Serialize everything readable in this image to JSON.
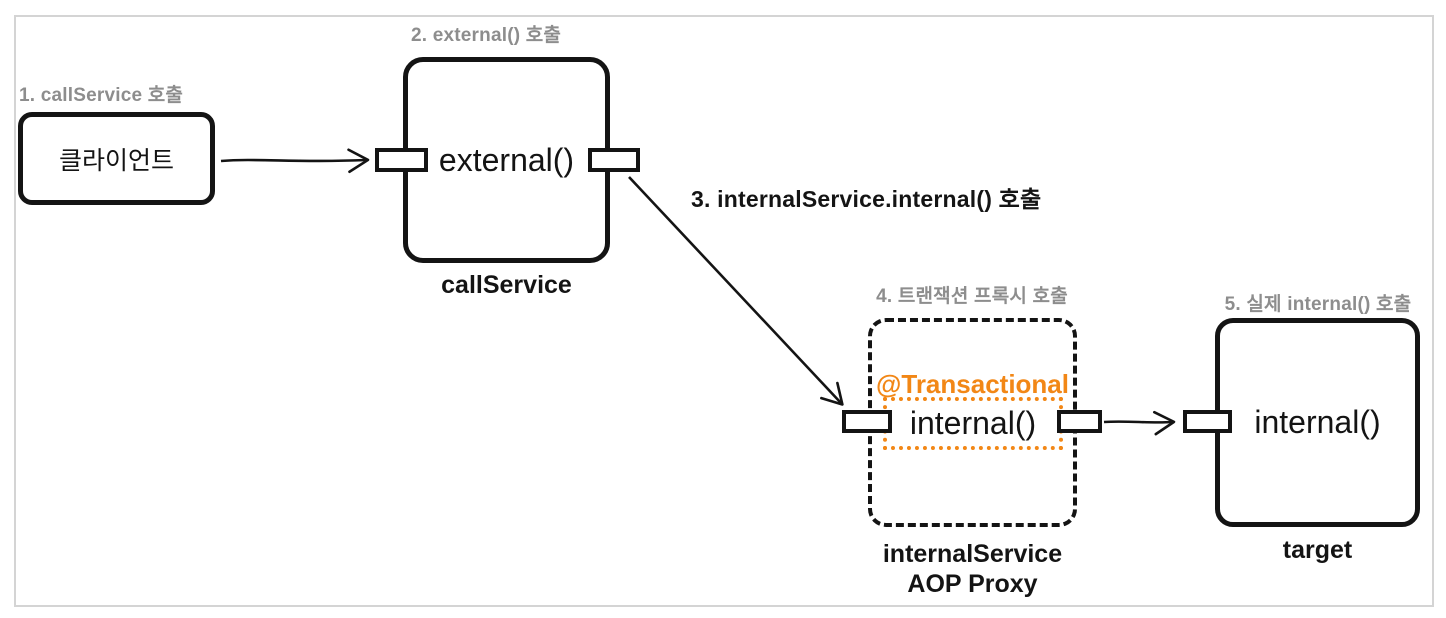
{
  "colors": {
    "background": "#ffffff",
    "frame_border": "#d4d4d4",
    "line_black": "#141414",
    "step_label_gray": "#8d8d8d",
    "accent_orange": "#f28716"
  },
  "steps": {
    "s1": "1. callService 호출",
    "s2": "2. external() 호출",
    "s3": "3. internalService.internal() 호출",
    "s4": "4. 트랜잭션 프록시 호출",
    "s5": "5. 실제 internal() 호출"
  },
  "client": {
    "label": "클라이언트"
  },
  "call_service": {
    "method": "external()",
    "caption": "callService"
  },
  "internal_service": {
    "annotation": "@Transactional",
    "method": "internal()",
    "caption_line1": "internalService",
    "caption_line2": "AOP Proxy"
  },
  "target": {
    "method": "internal()",
    "caption": "target"
  }
}
